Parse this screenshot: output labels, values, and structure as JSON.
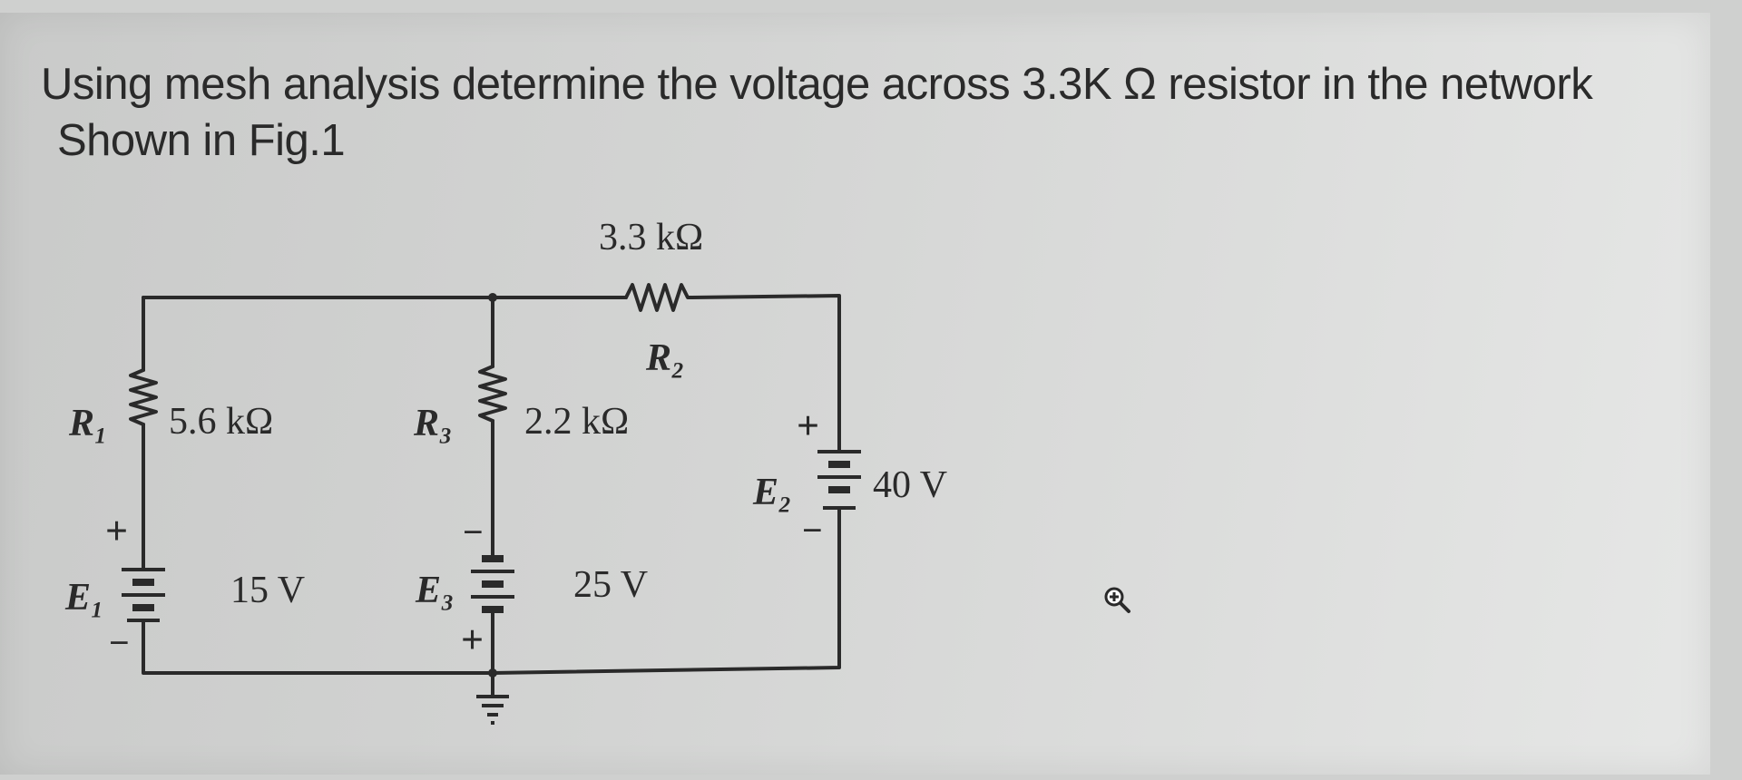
{
  "question": {
    "line1": "Using mesh analysis determine the voltage across 3.3K Ω resistor in the network",
    "line2": "Shown in Fig.1"
  },
  "circuit": {
    "r1": {
      "name": "R₁",
      "value": "5.6 kΩ"
    },
    "r2": {
      "name": "R₂",
      "value": "3.3 kΩ"
    },
    "r3": {
      "name": "R₃",
      "value": "2.2 kΩ"
    },
    "e1": {
      "name": "E₁",
      "value": "15 V",
      "plus": "+",
      "minus": "−"
    },
    "e2": {
      "name": "E₂",
      "value": "40 V",
      "plus": "+",
      "minus": "−"
    },
    "e3": {
      "name": "E₃",
      "value": "25 V",
      "plus": "+",
      "minus": "−"
    }
  },
  "icons": {
    "zoom": "zoom-in-icon"
  },
  "colors": {
    "ink": "#2a2a2a",
    "background": "#d3d4d3"
  }
}
